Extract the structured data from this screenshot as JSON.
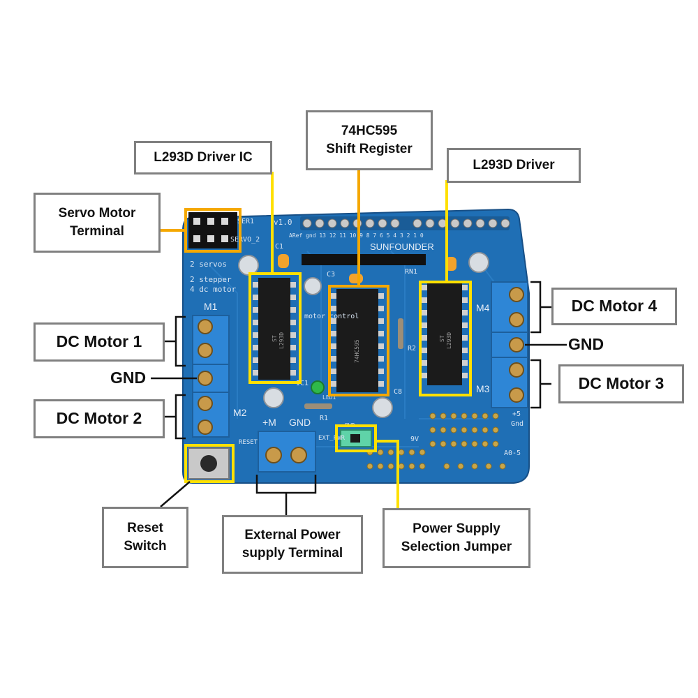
{
  "callouts": {
    "l293d_driver_ic": "L293D Driver IC",
    "shift_register_line1": "74HC595",
    "shift_register_line2": "Shift Register",
    "l293d_driver": "L293D Driver",
    "servo_line1": "Servo Motor",
    "servo_line2": "Terminal",
    "dc_motor_1": "DC Motor 1",
    "dc_motor_2": "DC Motor 2",
    "dc_motor_3": "DC Motor 3",
    "dc_motor_4": "DC Motor 4",
    "gnd_left": "GND",
    "gnd_right": "GND",
    "reset_line1": "Reset",
    "reset_line2": "Switch",
    "ext_power_line1": "External Power",
    "ext_power_line2": "supply Terminal",
    "psu_jumper_line1": "Power Supply",
    "psu_jumper_line2": "Selection Jumper"
  },
  "board_silkscreen": {
    "version": "v1.0",
    "brand": "SUNFOUNDER",
    "header_pins": "ARef gnd 13 12 11 10 9 8 7 6 5 4 3 2 1 0",
    "servo1": "SER1",
    "servo2": "SERVO_2",
    "servo_count": "2 servos",
    "stepper_line1": "2 stepper",
    "stepper_line2": "4 dc motor",
    "m1": "M1",
    "m2": "M2",
    "m3": "M3",
    "m4": "M4",
    "plus_m": "+M",
    "gnd": "GND",
    "reset": "RESET",
    "ext_pwr": "EXT_PWR",
    "motor_control": "motor control",
    "c1": "C1",
    "c3": "C3",
    "c8": "C8",
    "ic1": "IC1",
    "r1": "R1",
    "r2": "R2",
    "rn1": "RN1",
    "led1": "LED1",
    "pwr": "PWR",
    "nine_v": "9V",
    "plus5": "+5",
    "gnd_small": "Gnd",
    "a0_5": "A0-5",
    "chip_brand": "ST",
    "chip_text": "L293D",
    "shift_chip_text": "74HC595"
  },
  "colors": {
    "board": "#1f6fb5",
    "highlight_yellow": "#ffe000",
    "highlight_orange": "#f5a800",
    "terminal_blue": "#2e86d6",
    "callout_border": "#808080"
  }
}
